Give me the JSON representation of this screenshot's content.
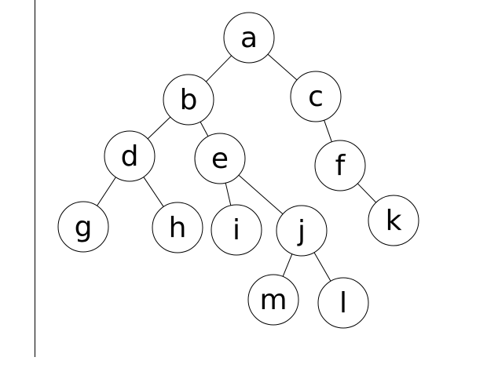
{
  "tree": {
    "nodes": [
      {
        "id": "a",
        "label": "a"
      },
      {
        "id": "b",
        "label": "b"
      },
      {
        "id": "c",
        "label": "c"
      },
      {
        "id": "d",
        "label": "d"
      },
      {
        "id": "e",
        "label": "e"
      },
      {
        "id": "f",
        "label": "f"
      },
      {
        "id": "g",
        "label": "g"
      },
      {
        "id": "h",
        "label": "h"
      },
      {
        "id": "i",
        "label": "i"
      },
      {
        "id": "j",
        "label": "j"
      },
      {
        "id": "k",
        "label": "k"
      },
      {
        "id": "m",
        "label": "m"
      },
      {
        "id": "l",
        "label": "l"
      }
    ],
    "edges": [
      [
        "a",
        "b"
      ],
      [
        "a",
        "c"
      ],
      [
        "b",
        "d"
      ],
      [
        "b",
        "e"
      ],
      [
        "c",
        "f"
      ],
      [
        "d",
        "g"
      ],
      [
        "d",
        "h"
      ],
      [
        "e",
        "i"
      ],
      [
        "e",
        "j"
      ],
      [
        "f",
        "k"
      ],
      [
        "j",
        "m"
      ],
      [
        "j",
        "l"
      ]
    ]
  },
  "colors": {
    "line": "#000000",
    "node_fill": "#ffffff",
    "background": "#ffffff",
    "left_rule": "#000000"
  }
}
